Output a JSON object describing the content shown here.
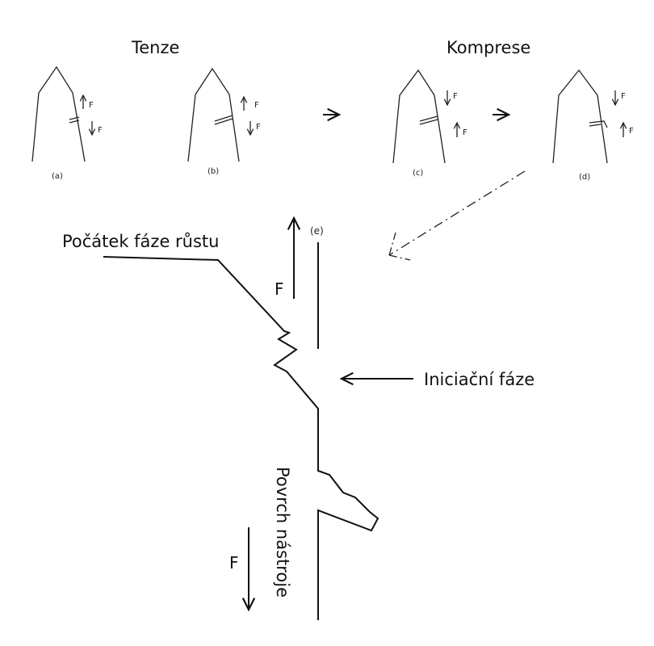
{
  "headings": {
    "tension": "Tenze",
    "compression": "Komprese"
  },
  "panels": [
    {
      "label": "(a)",
      "force_top": "F",
      "force_bottom": "F"
    },
    {
      "label": "(b)",
      "force_top": "F",
      "force_bottom": "F"
    },
    {
      "label": "(c)",
      "force_top": "F",
      "force_bottom": "F"
    },
    {
      "label": "(d)",
      "force_top": "F",
      "force_bottom": "F"
    }
  ],
  "main": {
    "label_e": "(e)",
    "growth_start": "Počátek fáze růstu",
    "initiation": "Iniciační fáze",
    "surface": "Povrch nástroje",
    "force_top": "F",
    "force_bottom": "F"
  }
}
